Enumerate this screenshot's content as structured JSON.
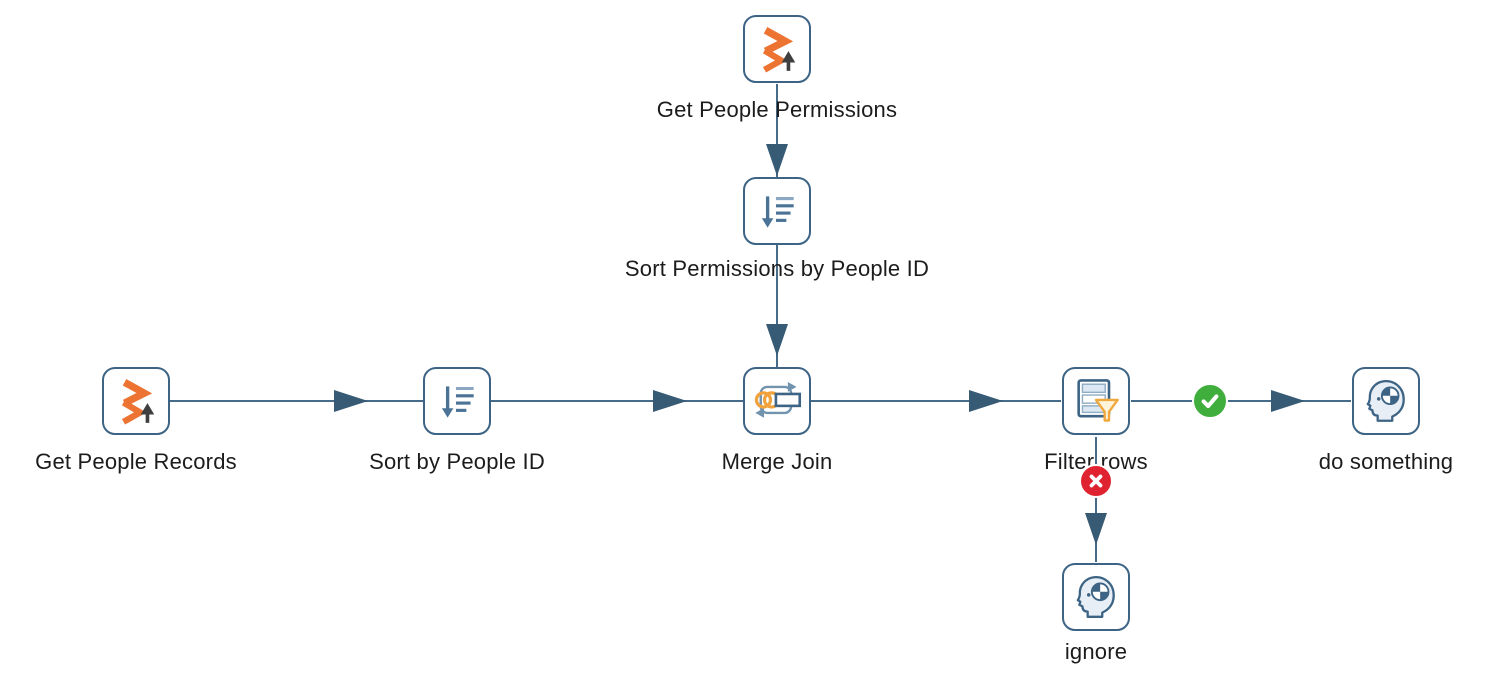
{
  "app": {
    "view": "pipeline-canvas",
    "background_color": "#ffffff",
    "wire_color": "#466c8a",
    "node_border_color": "#3d6485"
  },
  "nodes": [
    {
      "id": "get-people-permissions",
      "label": "Get People Permissions",
      "type": "table-input"
    },
    {
      "id": "sort-permissions",
      "label": "Sort Permissions by People ID",
      "type": "sort-rows"
    },
    {
      "id": "get-people-records",
      "label": "Get People Records",
      "type": "table-input"
    },
    {
      "id": "sort-by-people-id",
      "label": "Sort by People ID",
      "type": "sort-rows"
    },
    {
      "id": "merge-join",
      "label": "Merge Join",
      "type": "merge-join"
    },
    {
      "id": "filter-rows",
      "label": "Filter rows",
      "type": "filter-rows"
    },
    {
      "id": "do-something",
      "label": "do something",
      "type": "dummy"
    },
    {
      "id": "ignore",
      "label": "ignore",
      "type": "dummy"
    }
  ],
  "hops": [
    {
      "from": "get-people-permissions",
      "to": "sort-permissions"
    },
    {
      "from": "sort-permissions",
      "to": "merge-join"
    },
    {
      "from": "get-people-records",
      "to": "sort-by-people-id"
    },
    {
      "from": "sort-by-people-id",
      "to": "merge-join"
    },
    {
      "from": "merge-join",
      "to": "filter-rows"
    },
    {
      "from": "filter-rows",
      "to": "do-something",
      "condition": "true"
    },
    {
      "from": "filter-rows",
      "to": "ignore",
      "condition": "false"
    }
  ],
  "indicators": [
    {
      "name": "filter-true",
      "symbol": "check",
      "color": "#3fae3c"
    },
    {
      "name": "filter-false",
      "symbol": "cross",
      "color": "#df2330"
    }
  ],
  "icons": {
    "table-input": "orange-chevrons-logo-with-up-arrow",
    "sort-rows": "down-arrow-with-descending-bars",
    "merge-join": "linked-rings-cycle-and-record",
    "filter-rows": "table-with-funnel",
    "dummy": "head-profile-with-pie-gear"
  }
}
